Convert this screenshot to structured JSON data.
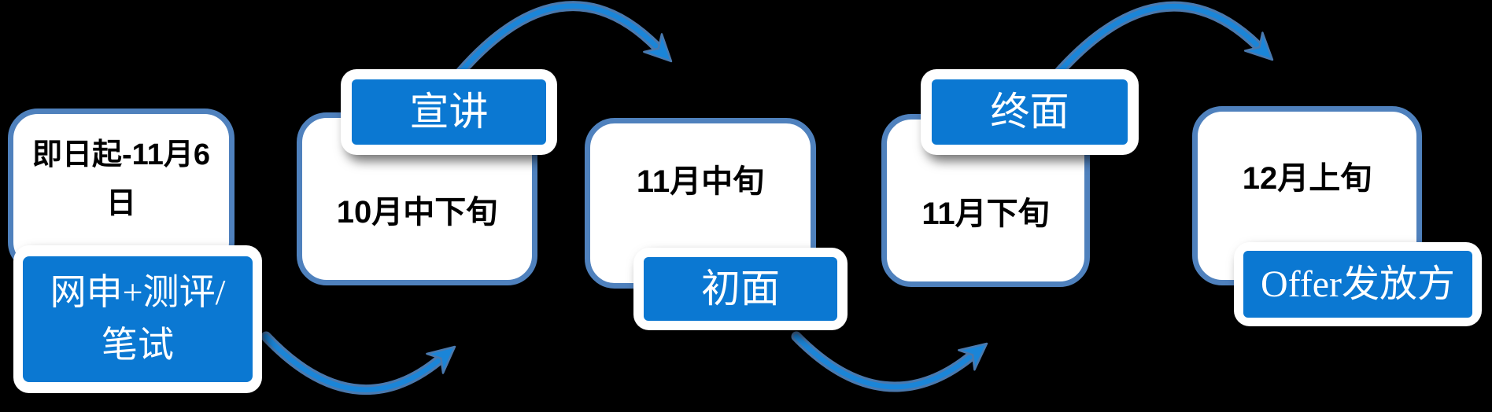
{
  "diagram_type": "process-flow-timeline",
  "colors": {
    "background": "#000000",
    "label_fill": "#0b78d2",
    "box_border": "#4f81bd",
    "arrow_outer": "#4a79ae",
    "arrow_inner": "#1a85d8",
    "date_text": "#000000",
    "label_text": "#ffffff"
  },
  "steps": [
    {
      "date": "即日起-11月6\n日",
      "label": "网申+测评/\n笔试",
      "label_position": "bottom"
    },
    {
      "date": "10月中下旬",
      "label": "宣讲",
      "label_position": "top"
    },
    {
      "date": "11月中旬",
      "label": "初面",
      "label_position": "bottom"
    },
    {
      "date": "11月下旬",
      "label": "终面",
      "label_position": "top"
    },
    {
      "date": "12月上旬",
      "label": "Offer发放方",
      "label_position": "bottom"
    }
  ]
}
